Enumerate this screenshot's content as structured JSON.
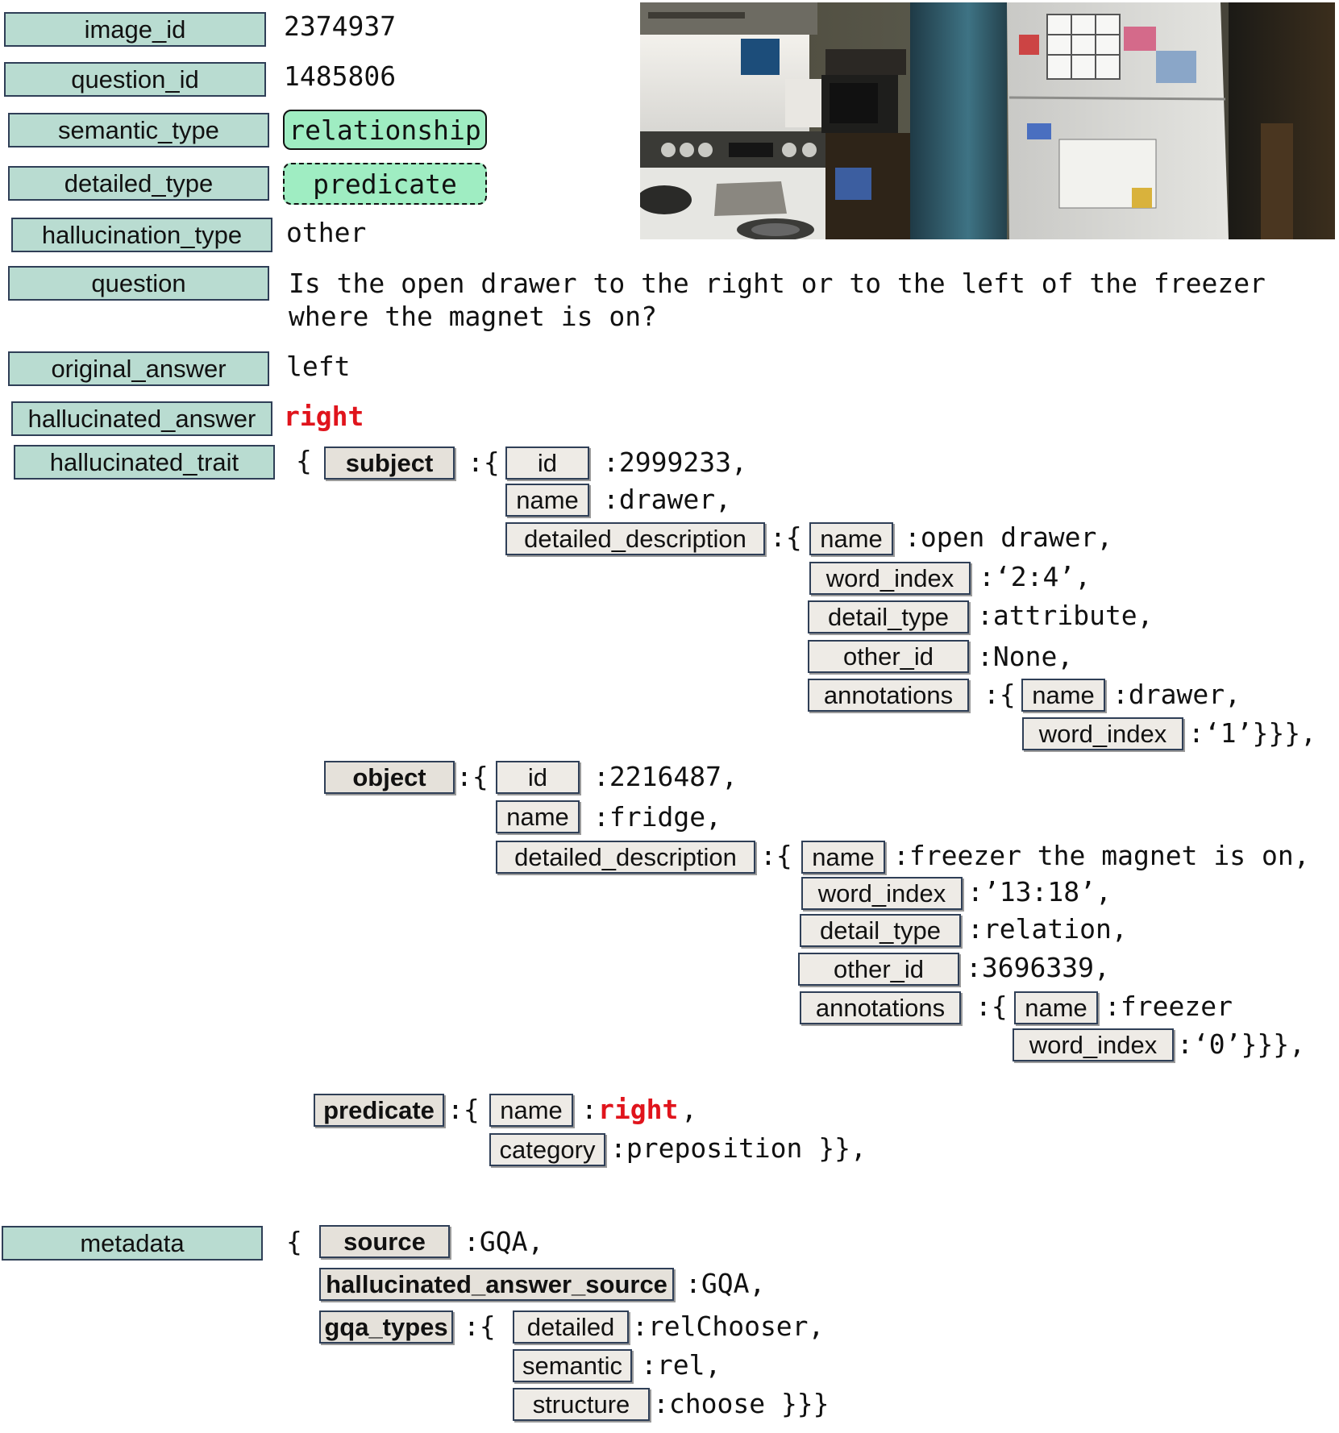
{
  "labels": {
    "image_id": "image_id",
    "question_id": "question_id",
    "semantic_type": "semantic_type",
    "detailed_type": "detailed_type",
    "hallucination_type": "hallucination_type",
    "question": "question",
    "original_answer": "original_answer",
    "hallucinated_answer": "hallucinated_answer",
    "hallucinated_trait": "hallucinated_trait",
    "metadata": "metadata"
  },
  "values": {
    "image_id": "2374937",
    "question_id": "1485806",
    "semantic_type": "relationship",
    "detailed_type": "predicate",
    "hallucination_type": "other",
    "question_line1": "Is the open drawer to the right or to the left of the freezer",
    "question_line2": "where the magnet is on?",
    "original_answer": "left",
    "hallucinated_answer": "right"
  },
  "trait": {
    "open_brace": "{",
    "subject": {
      "key": "subject",
      "id_key": "id",
      "id_val": ":2999233,",
      "name_key": "name",
      "name_val": ":drawer,",
      "dd_key": "detailed_description",
      "dd": {
        "name_key": "name",
        "name_val": ":open drawer,",
        "wi_key": "word_index",
        "wi_val": ":‘2:4’,",
        "dt_key": "detail_type",
        "dt_val": ":attribute,",
        "oid_key": "other_id",
        "oid_val": ":None,",
        "ann_key": "annotations",
        "ann_name_key": "name",
        "ann_name_val": ":drawer,",
        "ann_wi_key": "word_index",
        "ann_wi_val": ":‘1’}}},"
      }
    },
    "object": {
      "key": "object",
      "id_key": "id",
      "id_val": ":2216487,",
      "name_key": "name",
      "name_val": ":fridge,",
      "dd_key": "detailed_description",
      "dd": {
        "name_key": "name",
        "name_val": ":freezer the magnet is on,",
        "wi_key": "word_index",
        "wi_val": ":’13:18’,",
        "dt_key": "detail_type",
        "dt_val": ":relation,",
        "oid_key": "other_id",
        "oid_val": ":3696339,",
        "ann_key": "annotations",
        "ann_name_key": "name",
        "ann_name_val": ":freezer",
        "ann_wi_key": "word_index",
        "ann_wi_val": ":‘0’}}},"
      }
    },
    "predicate": {
      "key": "predicate",
      "name_key": "name",
      "name_val": "right",
      "category_key": "category",
      "category_val": ":preposition }},"
    }
  },
  "metadata": {
    "open_brace": "{",
    "source_key": "source",
    "source_val": ":GQA,",
    "has_key": "hallucinated_answer_source",
    "has_val": ":GQA,",
    "gqa_key": "gqa_types",
    "detailed_key": "detailed",
    "detailed_val": ":relChooser,",
    "semantic_key": "semantic",
    "semantic_val": ":rel,",
    "structure_key": "structure",
    "structure_val": ":choose }}}"
  },
  "punct": {
    "colon_brace": ":{",
    "colon": ":",
    "comma": ","
  }
}
